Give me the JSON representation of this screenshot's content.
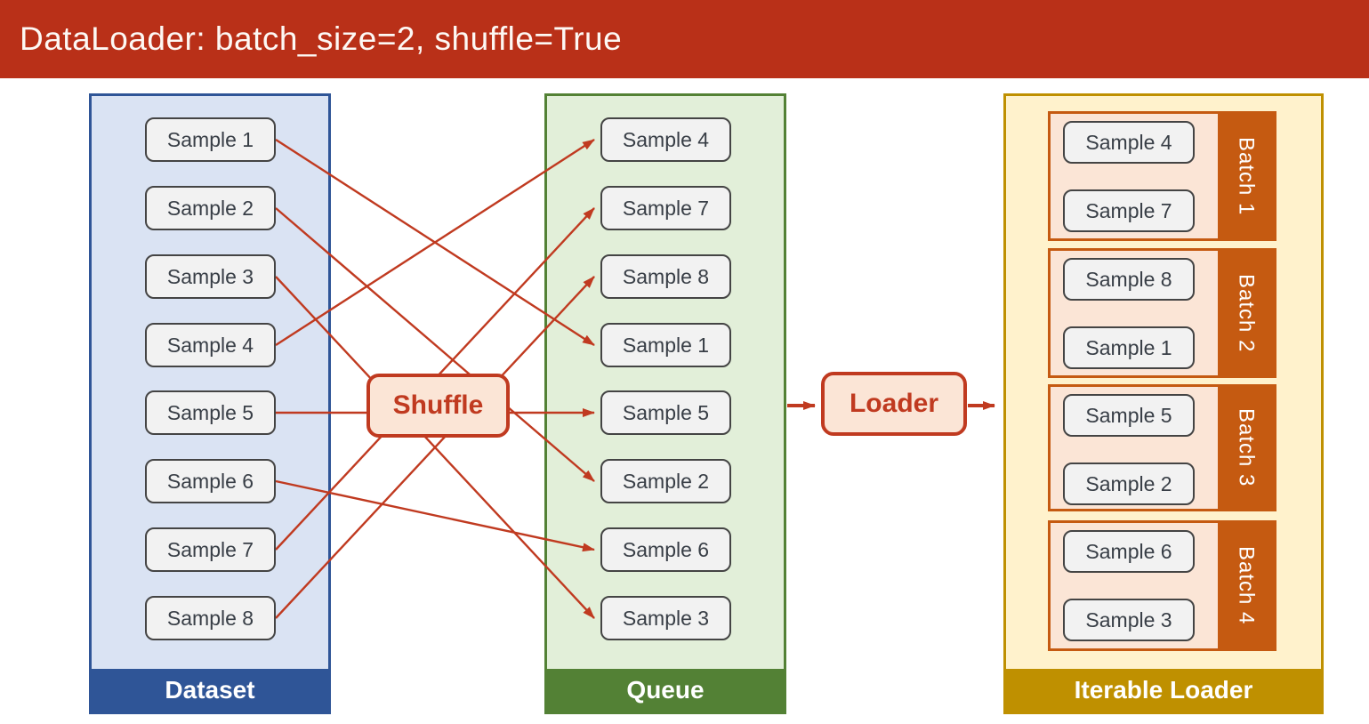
{
  "title": "DataLoader: batch_size=2, shuffle=True",
  "colors": {
    "accent_red": "#C03A20",
    "title_bg": "#B93018",
    "dataset_fill": "#DAE3F3",
    "dataset_accent": "#2F5597",
    "queue_fill": "#E2EFD9",
    "queue_accent": "#538135",
    "iterable_fill": "#FFF2CC",
    "iterable_accent": "#BF9000",
    "batch_fill": "#C55A11",
    "batch_inner_fill": "#FBE5D6",
    "node_fill": "#FBE5D6",
    "sample_fill": "#F2F2F2",
    "sample_border": "#444444",
    "sample_text": "#383E46"
  },
  "dataset": {
    "label": "Dataset",
    "samples": [
      "Sample 1",
      "Sample 2",
      "Sample 3",
      "Sample 4",
      "Sample 5",
      "Sample 6",
      "Sample 7",
      "Sample 8"
    ]
  },
  "shuffle": {
    "label": "Shuffle"
  },
  "queue": {
    "label": "Queue",
    "samples": [
      "Sample 4",
      "Sample 7",
      "Sample 8",
      "Sample 1",
      "Sample 5",
      "Sample 2",
      "Sample 6",
      "Sample 3"
    ]
  },
  "loader": {
    "label": "Loader"
  },
  "iterable": {
    "label": "Iterable Loader",
    "batches": [
      {
        "label": "Batch 1",
        "samples": [
          "Sample 4",
          "Sample 7"
        ]
      },
      {
        "label": "Batch 2",
        "samples": [
          "Sample 8",
          "Sample 1"
        ]
      },
      {
        "label": "Batch 3",
        "samples": [
          "Sample 5",
          "Sample 2"
        ]
      },
      {
        "label": "Batch 4",
        "samples": [
          "Sample 6",
          "Sample 3"
        ]
      }
    ]
  },
  "connections": [
    {
      "from_index": 0,
      "to_index": 3
    },
    {
      "from_index": 1,
      "to_index": 5
    },
    {
      "from_index": 2,
      "to_index": 7
    },
    {
      "from_index": 3,
      "to_index": 0
    },
    {
      "from_index": 4,
      "to_index": 4
    },
    {
      "from_index": 5,
      "to_index": 6
    },
    {
      "from_index": 6,
      "to_index": 1
    },
    {
      "from_index": 7,
      "to_index": 2
    }
  ]
}
